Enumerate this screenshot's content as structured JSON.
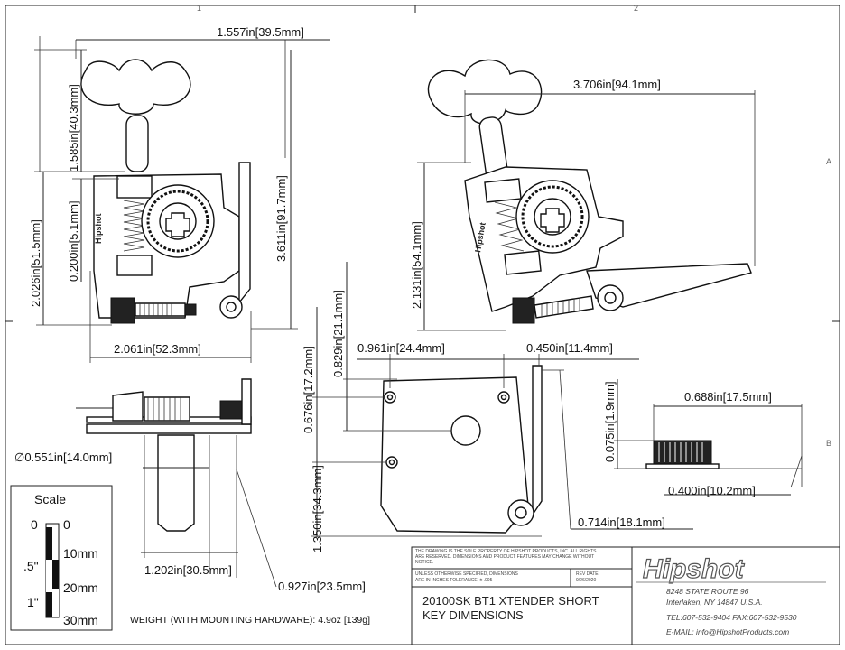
{
  "zones": {
    "top": [
      "1",
      "2"
    ],
    "side": [
      "A",
      "B"
    ]
  },
  "views": {
    "front": {
      "width_top": {
        "in": "1.557in",
        "mm": "39.5mm"
      },
      "knob_h": {
        "in": "1.585in",
        "mm": "40.3mm"
      },
      "offset_small": {
        "in": "0.200in",
        "mm": "5.1mm"
      },
      "body_h": {
        "in": "2.026in",
        "mm": "51.5mm"
      },
      "total_h": {
        "in": "3.611in",
        "mm": "91.7mm"
      },
      "width_bottom": {
        "in": "2.061in",
        "mm": "52.3mm"
      }
    },
    "iso": {
      "width": {
        "in": "3.706in",
        "mm": "94.1mm"
      },
      "height": {
        "in": "2.131in",
        "mm": "54.1mm"
      },
      "logo": "Hipshot"
    },
    "side": {
      "diameter": {
        "sym": "∅",
        "in": "0.551in",
        "mm": "14.0mm"
      },
      "post_h": {
        "in": "1.202in",
        "mm": "30.5mm"
      },
      "post_w": {
        "in": "0.927in",
        "mm": "23.5mm"
      }
    },
    "plate": {
      "d1": {
        "in": "0.961in",
        "mm": "24.4mm"
      },
      "d2": {
        "in": "0.450in",
        "mm": "11.4mm"
      },
      "d3": {
        "in": "0.829in",
        "mm": "21.1mm"
      },
      "d4": {
        "in": "0.676in",
        "mm": "17.2mm"
      },
      "d5": {
        "in": "1.350in",
        "mm": "34.3mm"
      },
      "d6": {
        "in": "0.714in",
        "mm": "18.1mm"
      }
    },
    "knob": {
      "w": {
        "in": "0.688in",
        "mm": "17.5mm"
      },
      "h": {
        "in": "0.075in",
        "mm": "1.9mm"
      },
      "w2": {
        "in": "0.400in",
        "mm": "10.2mm"
      }
    }
  },
  "scale": {
    "title": "Scale",
    "left": [
      "0",
      ".5\"",
      "1\""
    ],
    "right": [
      "0",
      "10mm",
      "20mm",
      "30mm"
    ]
  },
  "weight": "WEIGHT (WITH MOUNTING HARDWARE): 4.9oz [139g]",
  "title_block": {
    "notice": [
      "THE DRAWING IS THE SOLE PROPERTY OF HIPSHOT PRODUCTS, INC. ALL RIGHTS",
      "ARE RESERVED. DIMENSIONS AND PRODUCT FEATURES MAY CHANGE WITHOUT",
      "NOTICE."
    ],
    "spec": [
      "UNLESS OTHERWISE SPECIFIED, DIMENSIONS",
      "ARE IN INCHES TOLERANCE: ± .005"
    ],
    "rev": [
      "REV DATE:",
      "9/26/2020"
    ],
    "title": [
      "20100SK BT1 XTENDER SHORT",
      "KEY DIMENSIONS"
    ],
    "brand": "Hipshot",
    "address": [
      "8248 STATE ROUTE 96",
      "Interlaken, NY 14847 U.S.A.",
      "TEL:607-532-9404 FAX:607-532-9530",
      "E-MAIL: info@HipshotProducts.com"
    ]
  }
}
